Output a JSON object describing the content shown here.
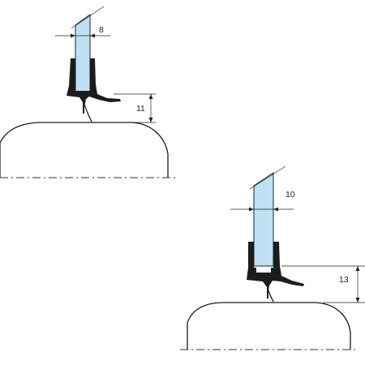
{
  "diagram": {
    "top_detail": {
      "width_label": "8",
      "height_label": "11"
    },
    "bottom_detail": {
      "width_label": "10",
      "height_label": "13"
    }
  }
}
